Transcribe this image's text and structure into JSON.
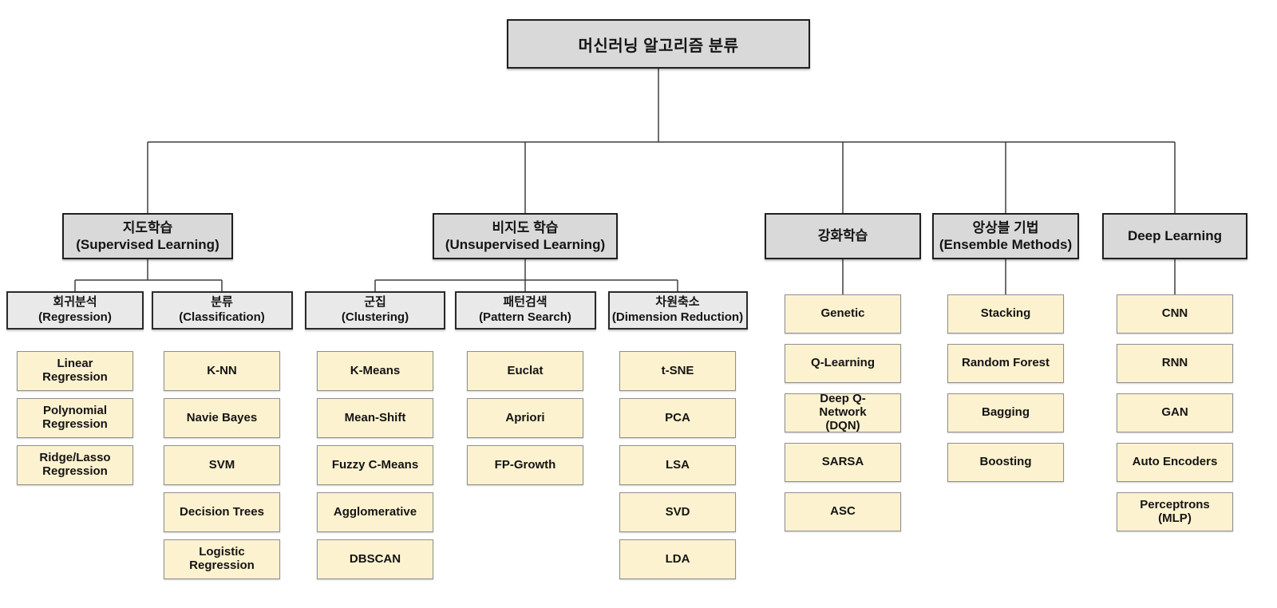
{
  "diagram": {
    "title": "머신러닝 알고리즘 분류",
    "branches": [
      {
        "label": "지도학습\n(Supervised Learning)",
        "children": [
          {
            "label": "회귀분석\n(Regression)",
            "items": [
              "Linear\nRegression",
              "Polynomial\nRegression",
              "Ridge/Lasso\nRegression"
            ]
          },
          {
            "label": "분류\n(Classification)",
            "items": [
              "K-NN",
              "Navie Bayes",
              "SVM",
              "Decision Trees",
              "Logistic\nRegression"
            ]
          }
        ]
      },
      {
        "label": "비지도 학습\n(Unsupervised Learning)",
        "children": [
          {
            "label": "군집\n(Clustering)",
            "items": [
              "K-Means",
              "Mean-Shift",
              "Fuzzy C-Means",
              "Agglomerative",
              "DBSCAN"
            ]
          },
          {
            "label": "패턴검색\n(Pattern Search)",
            "items": [
              "Euclat",
              "Apriori",
              "FP-Growth"
            ]
          },
          {
            "label": "차원축소\n(Dimension Reduction)",
            "items": [
              "t-SNE",
              "PCA",
              "LSA",
              "SVD",
              "LDA"
            ]
          }
        ]
      },
      {
        "label": "강화학습",
        "items": [
          "Genetic",
          "Q-Learning",
          "Deep Q-\nNetwork\n(DQN)",
          "SARSA",
          "ASC"
        ]
      },
      {
        "label": "앙상블 기법\n(Ensemble Methods)",
        "items": [
          "Stacking",
          "Random Forest",
          "Bagging",
          "Boosting"
        ]
      },
      {
        "label": "Deep Learning",
        "items": [
          "CNN",
          "RNN",
          "GAN",
          "Auto Encoders",
          "Perceptrons\n(MLP)"
        ]
      }
    ],
    "colors": {
      "header_fill": "#d9d9d9",
      "subheader_fill": "#e9e9e9",
      "leaf_fill": "#fdf2cf",
      "border_dark": "#1f1f1f",
      "border_leaf": "#8f8f8f",
      "line": "#3f3f3f"
    }
  }
}
